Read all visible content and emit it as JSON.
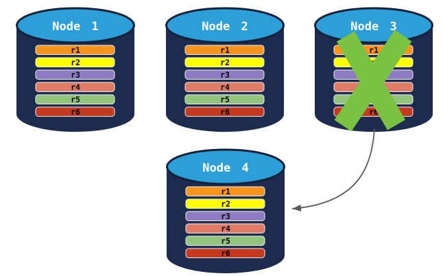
{
  "diagram": {
    "description": "Database replication diagram: four node cylinders holding rows r1-r6; Node 3 has failed (green X) and its data is transferred to Node 4 (curved arrow).",
    "colors": {
      "cylinder_body": "#1D2C4E",
      "cylinder_top": "#2D9FD8",
      "cylinder_outline": "#14213B",
      "title_text": "#FFFFFF",
      "row_text": "#000000",
      "failure_x": "#7CC242",
      "arrow": "#595959",
      "rows": [
        "#F7941D",
        "#FFFF00",
        "#8E7CC3",
        "#E07B68",
        "#93C47D",
        "#C4391F"
      ]
    },
    "nodes": [
      {
        "title": "Node 1",
        "failed": false,
        "rows": [
          "r1",
          "r2",
          "r3",
          "r4",
          "r5",
          "r6"
        ]
      },
      {
        "title": "Node 2",
        "failed": false,
        "rows": [
          "r1",
          "r2",
          "r3",
          "r4",
          "r5",
          "r6"
        ]
      },
      {
        "title": "Node 3",
        "failed": true,
        "rows": [
          "r1",
          "r2",
          "r3",
          "r4",
          "r5",
          "r6"
        ]
      },
      {
        "title": "Node 4",
        "failed": false,
        "rows": [
          "r1",
          "r2",
          "r3",
          "r4",
          "r5",
          "r6"
        ]
      }
    ],
    "arrow": {
      "from": "Node 3",
      "to": "Node 4"
    }
  }
}
